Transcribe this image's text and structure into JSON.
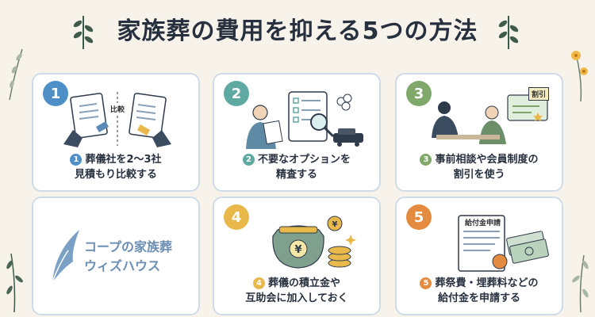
{
  "title": "家族葬の費用を抑える5つの方法",
  "cards": [
    {
      "number": "1",
      "color": "#4f8fc8",
      "lines": [
        "葬儀社を2～3社",
        "見積もり比較する"
      ],
      "tag": "比較"
    },
    {
      "number": "2",
      "color": "#5fa9a3",
      "lines": [
        "不要なオプションを",
        "精査する"
      ]
    },
    {
      "number": "3",
      "color": "#7fa86a",
      "lines": [
        "事前相談や会員制度の",
        "割引を使う"
      ],
      "tag": "割引"
    },
    {
      "number": "4",
      "color": "#e8b94a",
      "lines": [
        "葬儀の積立金や",
        "互助会に加入しておく"
      ]
    },
    {
      "number": "5",
      "color": "#e58b3f",
      "lines": [
        "葬祭費・埋葬料などの",
        "給付金を申請する"
      ],
      "tag": "給付金申請"
    }
  ],
  "logo": {
    "line1": "コープの家族葬",
    "line2": "ウィズハウス",
    "color": "#6b8eb4"
  },
  "icons": {
    "card1": "documents-compare-icon",
    "card2": "checklist-magnifier-icon",
    "card3": "consultation-discount-icon",
    "card4": "coin-purse-icon",
    "card5": "benefit-application-icon",
    "logo": "feather-logo-icon"
  }
}
